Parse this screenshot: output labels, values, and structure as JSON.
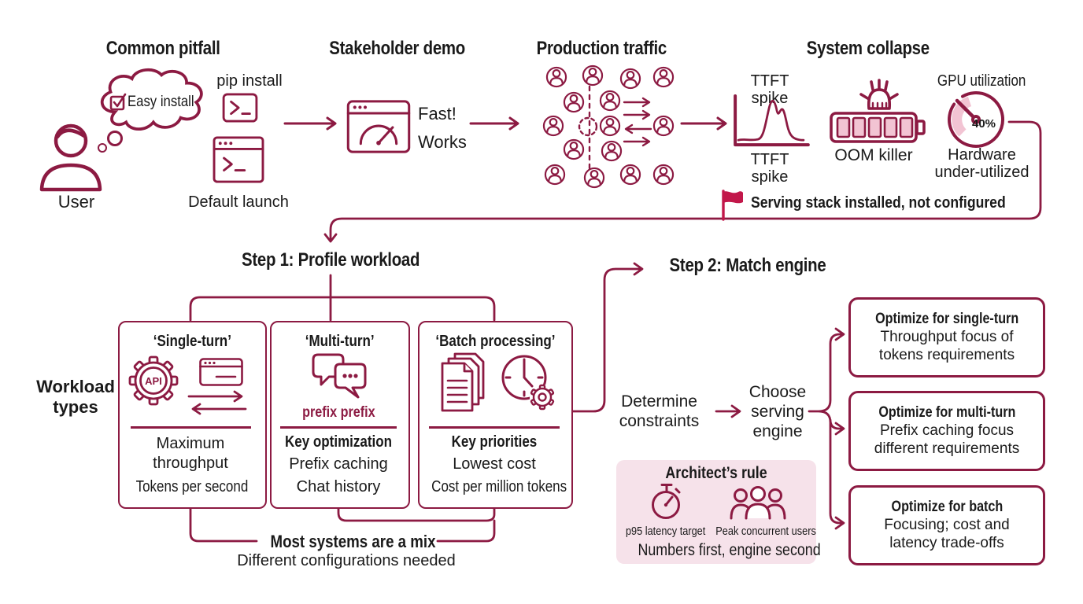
{
  "colors": {
    "line": "#8C1A42",
    "flag_red": "#C2174A",
    "pink_fill": "#F2C4D3",
    "panel_bg": "#F6E2EA",
    "text": "#1A1A1A"
  },
  "icons": {
    "user": "person-outline",
    "thought_cloud": "cloud-with-checkbox",
    "checkbox": "checked-box",
    "terminal": "terminal-window",
    "browser_terminal": "browser-window-terminal",
    "browser_gauge": "browser-window-speedometer",
    "person_circle": "user-in-circle",
    "ttft_chart": "latency-spike-line-chart",
    "oom": "battery-with-bug",
    "gpu_gauge": "speedometer-40-percent",
    "flag": "red-flag",
    "gear_api": "gear-with-api",
    "chat": "chat-bubbles",
    "docs": "stacked-documents",
    "clock_gear": "clock-with-gear",
    "stopwatch": "stopwatch",
    "people": "people-group"
  },
  "top_flow": {
    "common_pitfall": {
      "title": "Common pitfall",
      "thought": "Easy install",
      "pip": "pip install",
      "default_launch": "Default launch",
      "user": "User"
    },
    "stakeholder_demo": {
      "title": "Stakeholder demo",
      "fast": "Fast!",
      "works": "Works"
    },
    "production_traffic": {
      "title": "Production traffic"
    },
    "system_collapse": {
      "title": "System collapse",
      "ttft_top": "TTFT spike",
      "ttft_bottom": "TTFT spike",
      "oom": "OOM killer",
      "gpu": "GPU utilization",
      "gauge_value": "40%",
      "hardware": "Hardware under-utilized"
    },
    "flag_note": {
      "text": "Serving stack installed, ",
      "bold": "not configured"
    }
  },
  "step1": {
    "title": "Step 1: Profile workload",
    "workload_types_label": "Workload types",
    "cards": [
      {
        "title": "‘Single-turn’",
        "api_label": "API",
        "line1": "Maximum throughput",
        "line2": "Tokens per second"
      },
      {
        "title": "‘Multi-turn’",
        "caption": "prefix prefix",
        "key": "Key optimization",
        "line1": "Prefix caching",
        "line2": "Chat history"
      },
      {
        "title": "‘Batch processing’",
        "key": "Key priorities",
        "line1": "Lowest cost",
        "line2": "Cost per million tokens"
      }
    ],
    "mix_note": {
      "bold": "Most systems are a mix",
      "sub": "Different configurations needed"
    }
  },
  "step2": {
    "title": "Step 2: Match engine",
    "determine": "Determine constraints",
    "choose": "Choose serving engine",
    "architects_rule": {
      "title": "Architect’s rule",
      "p95": "p95 latency target",
      "peak": "Peak concurrent users",
      "bottom": "Numbers first, engine second"
    },
    "boxes": [
      {
        "title": "Optimize for single-turn",
        "body": "Throughput focus of tokens requirements"
      },
      {
        "title": "Optimize for multi-turn",
        "body": "Prefix caching focus different requirements"
      },
      {
        "title": "Optimize for batch",
        "body": "Focusing; cost and latency trade-offs"
      }
    ]
  }
}
